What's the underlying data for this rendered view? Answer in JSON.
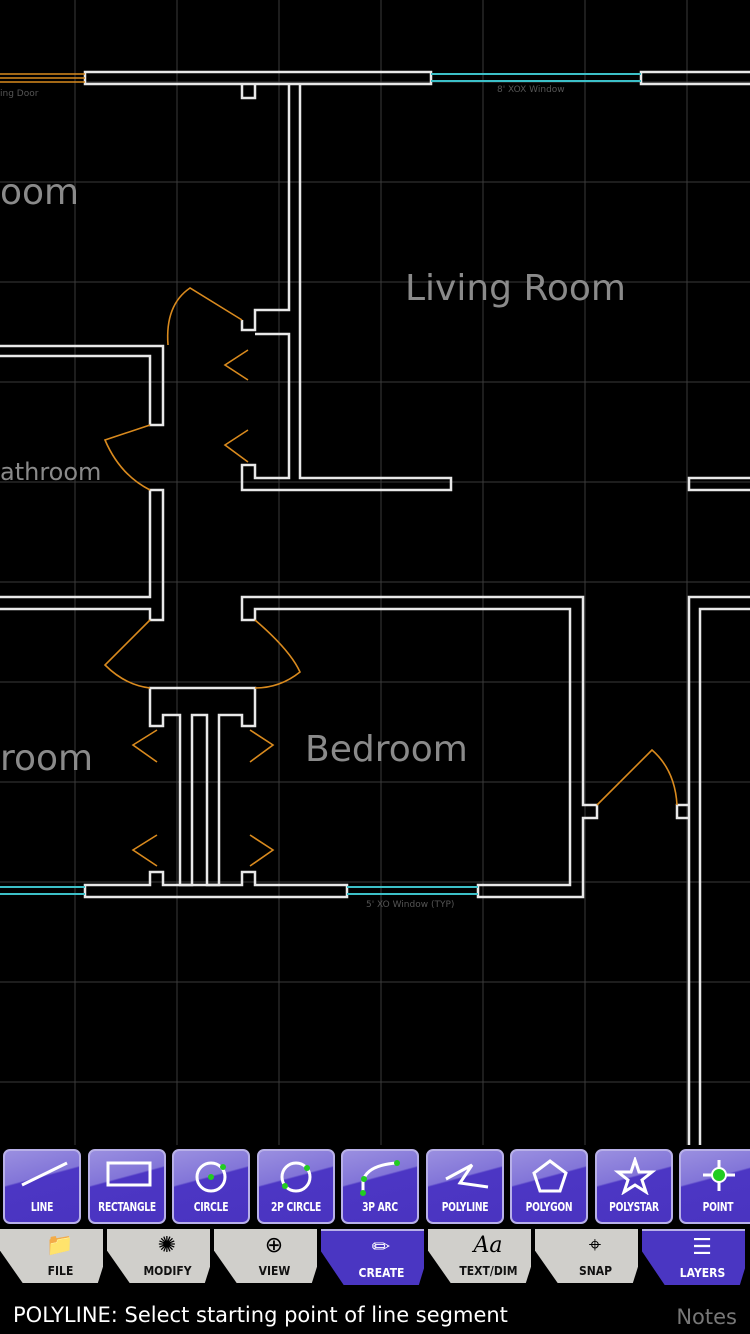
{
  "drawing": {
    "rooms": [
      "oom",
      "Living Room",
      "athroom",
      "room",
      "Bedroom"
    ],
    "window_labels": [
      "ing Door",
      "8' XOX Window",
      "5' XO Window (TYP)"
    ],
    "colors": {
      "wall": "#e8e8e8",
      "door": "#d98a1e",
      "window": "#3cc0c8",
      "grid": "#3a3a3a"
    }
  },
  "tools": [
    {
      "label": "LINE",
      "icon": "line-icon"
    },
    {
      "label": "RECTANGLE",
      "icon": "rectangle-icon"
    },
    {
      "label": "CIRCLE",
      "icon": "circle-icon"
    },
    {
      "label": "2P CIRCLE",
      "icon": "two-point-circle-icon"
    },
    {
      "label": "3P ARC",
      "icon": "three-point-arc-icon"
    },
    {
      "label": "POLYLINE",
      "icon": "polyline-icon"
    },
    {
      "label": "POLYGON",
      "icon": "polygon-icon"
    },
    {
      "label": "POLYSTAR",
      "icon": "star-icon"
    },
    {
      "label": "POINT",
      "icon": "point-icon"
    }
  ],
  "tabs": [
    {
      "label": "FILE",
      "icon": "folder-icon",
      "active": false
    },
    {
      "label": "MODIFY",
      "icon": "modify-icon",
      "active": false
    },
    {
      "label": "VIEW",
      "icon": "zoom-icon",
      "active": false
    },
    {
      "label": "CREATE",
      "icon": "pencil-icon",
      "active": true
    },
    {
      "label": "TEXT/DIM",
      "icon": "text-icon",
      "glyph": "Aa",
      "active": false
    },
    {
      "label": "SNAP",
      "icon": "snap-crosshair-icon",
      "active": false
    },
    {
      "label": "LAYERS",
      "icon": "layers-icon",
      "active": true
    }
  ],
  "status": "POLYLINE: Select starting point of line segment",
  "notes_label": "Notes"
}
